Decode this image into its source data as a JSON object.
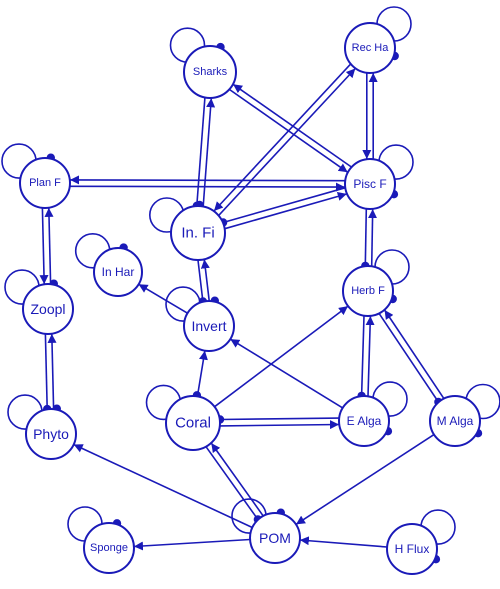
{
  "colors": {
    "ink": "#1a1ab8",
    "background": "#ffffff"
  },
  "nodes": [
    {
      "id": "sharks",
      "label": "Sharks"
    },
    {
      "id": "recha",
      "label": "Rec Ha"
    },
    {
      "id": "planf",
      "label": "Plan F"
    },
    {
      "id": "piscf",
      "label": "Pisc F"
    },
    {
      "id": "infi",
      "label": "In. Fi"
    },
    {
      "id": "inhar",
      "label": "In Har"
    },
    {
      "id": "herbf",
      "label": "Herb F"
    },
    {
      "id": "zoopl",
      "label": "Zoopl"
    },
    {
      "id": "invert",
      "label": "Invert"
    },
    {
      "id": "coral",
      "label": "Coral"
    },
    {
      "id": "ealga",
      "label": "E Alga"
    },
    {
      "id": "malga",
      "label": "M Alga"
    },
    {
      "id": "phyto",
      "label": "Phyto"
    },
    {
      "id": "pom",
      "label": "POM"
    },
    {
      "id": "sponge",
      "label": "Sponge"
    },
    {
      "id": "hflux",
      "label": "H Flux"
    }
  ],
  "edges": [
    [
      "planf",
      "zoopl",
      "arrow"
    ],
    [
      "zoopl",
      "planf",
      "arrow"
    ],
    [
      "zoopl",
      "phyto",
      "dot"
    ],
    [
      "phyto",
      "zoopl",
      "arrow"
    ],
    [
      "planf",
      "piscf",
      "arrow"
    ],
    [
      "piscf",
      "planf",
      "arrow"
    ],
    [
      "infi",
      "sharks",
      "arrow"
    ],
    [
      "sharks",
      "infi",
      "dot"
    ],
    [
      "piscf",
      "sharks",
      "arrow"
    ],
    [
      "sharks",
      "piscf",
      "arrow"
    ],
    [
      "piscf",
      "recha",
      "arrow"
    ],
    [
      "recha",
      "piscf",
      "arrow"
    ],
    [
      "infi",
      "recha",
      "arrow"
    ],
    [
      "recha",
      "infi",
      "arrow"
    ],
    [
      "infi",
      "piscf",
      "arrow"
    ],
    [
      "piscf",
      "infi",
      "dot"
    ],
    [
      "herbf",
      "piscf",
      "arrow"
    ],
    [
      "piscf",
      "herbf",
      "dot"
    ],
    [
      "invert",
      "infi",
      "arrow"
    ],
    [
      "infi",
      "invert",
      "dot"
    ],
    [
      "invert",
      "inhar",
      "arrow"
    ],
    [
      "coral",
      "invert",
      "arrow"
    ],
    [
      "ealga",
      "invert",
      "arrow"
    ],
    [
      "coral",
      "herbf",
      "arrow"
    ],
    [
      "coral",
      "ealga",
      "arrow"
    ],
    [
      "ealga",
      "coral",
      "dot"
    ],
    [
      "ealga",
      "herbf",
      "arrow"
    ],
    [
      "herbf",
      "ealga",
      "dot"
    ],
    [
      "malga",
      "herbf",
      "arrow"
    ],
    [
      "herbf",
      "malga",
      "dot"
    ],
    [
      "pom",
      "coral",
      "arrow"
    ],
    [
      "coral",
      "pom",
      "dot"
    ],
    [
      "pom",
      "phyto",
      "arrow"
    ],
    [
      "pom",
      "sponge",
      "arrow"
    ],
    [
      "malga",
      "pom",
      "arrow"
    ],
    [
      "hflux",
      "pom",
      "arrow"
    ]
  ]
}
